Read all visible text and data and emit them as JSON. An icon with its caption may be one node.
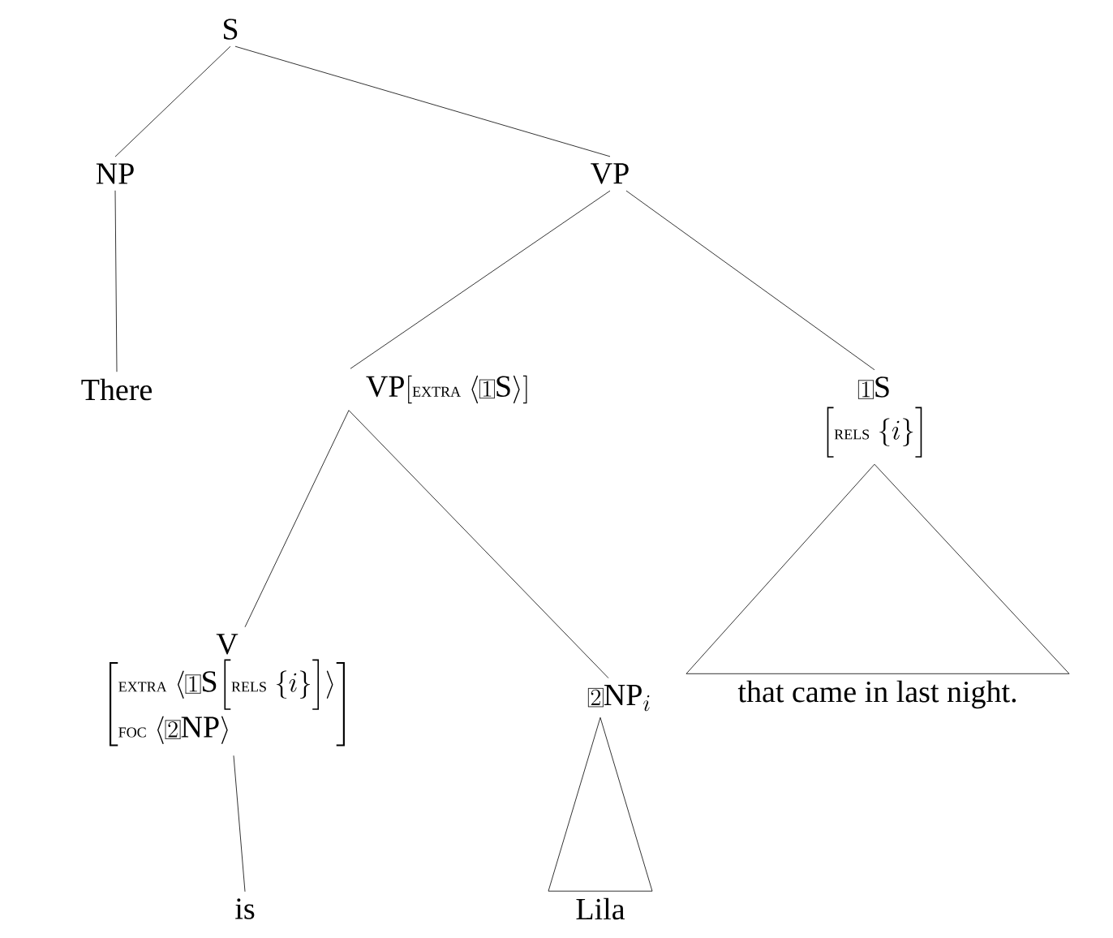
{
  "diagram": {
    "nodes": [
      {
        "text": [
          "\\text{S}"
        ]
      },
      {
        "text": [
          "\\text{NP}"
        ]
      },
      {
        "text": [
          "\\text{VP}"
        ]
      },
      {
        "text": [
          "\\text{There}"
        ]
      },
      {
        "text": [
          "\\text{VP}[\\text{\\small EXTRA}\\ \\langle\\boxed{\\scriptstyle 1}\\text{S}\\rangle]"
        ]
      },
      {
        "text": [
          "\\boxed{\\scriptstyle 1}\\text{S}",
          "\\Bigl[\\text{\\small RELS}\\ \\{i\\}\\Bigr]"
        ]
      },
      {
        "text": [
          "\\text{V}",
          "\\left[\\begin{array}{@{}l@{}}\\text{\\small EXTRA}\\ \\langle\\boxed{\\scriptstyle 1}\\text{S}\\Bigl[\\text{\\small RELS}\\ \\{i\\}\\Bigr]\\rangle\\\\ \\text{\\small FOC}\\ \\langle\\boxed{\\scriptstyle 2}\\text{NP}\\rangle\\end{array}\\right]"
        ]
      },
      {
        "text": [
          "\\boxed{\\scriptstyle 2}\\text{NP}_{i}"
        ]
      },
      {
        "text": [
          "\\text{that came in last night.}"
        ]
      },
      {
        "text": [
          "\\text{is}"
        ]
      },
      {
        "text": [
          "\\text{Lila}"
        ]
      }
    ],
    "edges": [
      {
        "from": 0,
        "to": 1,
        "arrow": "none"
      },
      {
        "from": 0,
        "to": 2,
        "arrow": "none"
      },
      {
        "from": 1,
        "to": 3,
        "arrow": "none"
      },
      {
        "from": 2,
        "to": 4,
        "arrow": "none"
      },
      {
        "from": 2,
        "to": 5,
        "arrow": "none"
      },
      {
        "from": 4,
        "to": 6,
        "arrow": "none"
      },
      {
        "from": 4,
        "to": 7,
        "arrow": "none"
      },
      {
        "from": 5,
        "to": 8,
        "arrow": "none"
      },
      {
        "from": 6,
        "to": 9,
        "arrow": "none"
      },
      {
        "from": 7,
        "to": 10,
        "arrow": "none"
      }
    ]
  }
}
